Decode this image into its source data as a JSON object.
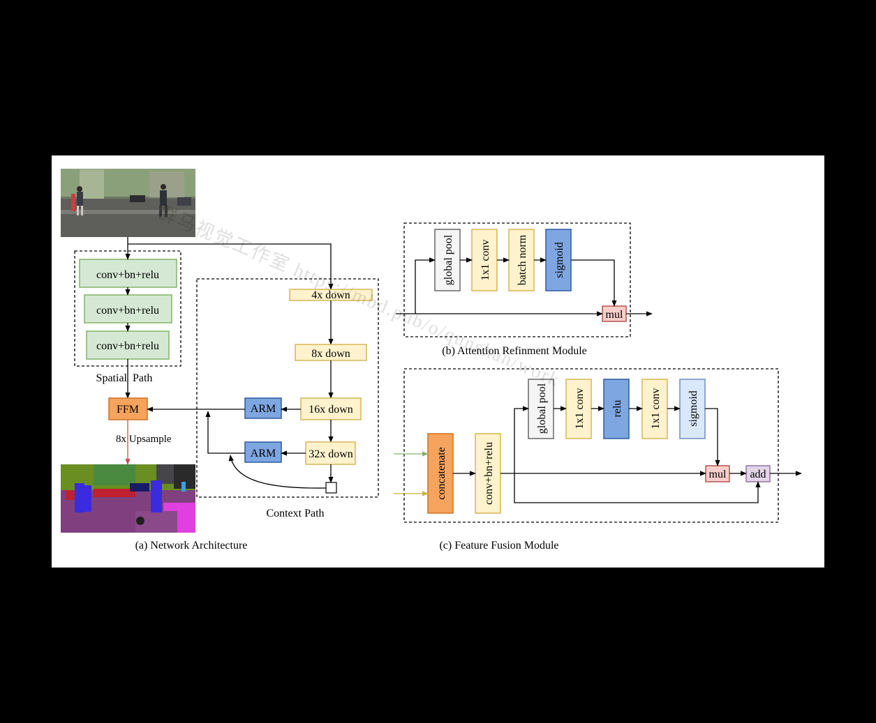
{
  "colors": {
    "green_fill": "#d5e8d4",
    "green_stroke": "#82b366",
    "yellow_fill": "#fff2cc",
    "yellow_stroke": "#d6b656",
    "blue_fill": "#7ea6e0",
    "blue_stroke": "#2d5aa0",
    "orange_fill": "#f6a35d",
    "orange_stroke": "#d07020",
    "red_fill": "#f8cecc",
    "red_stroke": "#b85450",
    "purple_fill": "#e1d5e7",
    "purple_stroke": "#9673a6",
    "gray_fill": "#f5f5f5",
    "gray_stroke": "#666666",
    "upsample_arrow": "#c0504d",
    "input_green_arrow": "#82b366",
    "input_yellow_arrow": "#c8b040"
  },
  "network": {
    "spatial_blocks": [
      "conv+bn+relu",
      "conv+bn+relu",
      "conv+bn+relu"
    ],
    "spatial_label": "Spatial  Path",
    "ffm": "FFM",
    "upsample_label": "8x Upsample",
    "context_blocks": [
      "4x down",
      "8x down",
      "16x down",
      "32x down"
    ],
    "arm_labels": [
      "ARM",
      "ARM"
    ],
    "context_label": "Context Path",
    "caption": "(a) Network Architecture"
  },
  "arm_module": {
    "blocks": [
      "global pool",
      "1x1 conv",
      "batch norm",
      "sigmoid"
    ],
    "mul": "mul",
    "caption": "(b) Attention Refinment Module"
  },
  "ffm_module": {
    "concat": "concatenate",
    "cbr": "conv+bn+relu",
    "blocks": [
      "global pool",
      "1x1 conv",
      "relu",
      "1x1 conv",
      "sigmoid"
    ],
    "mul": "mul",
    "add": "add",
    "caption": "(c) Feature Fusion Module"
  },
  "watermark": "群马视觉工作室 https://mbd.pub/o/qunshan/work"
}
